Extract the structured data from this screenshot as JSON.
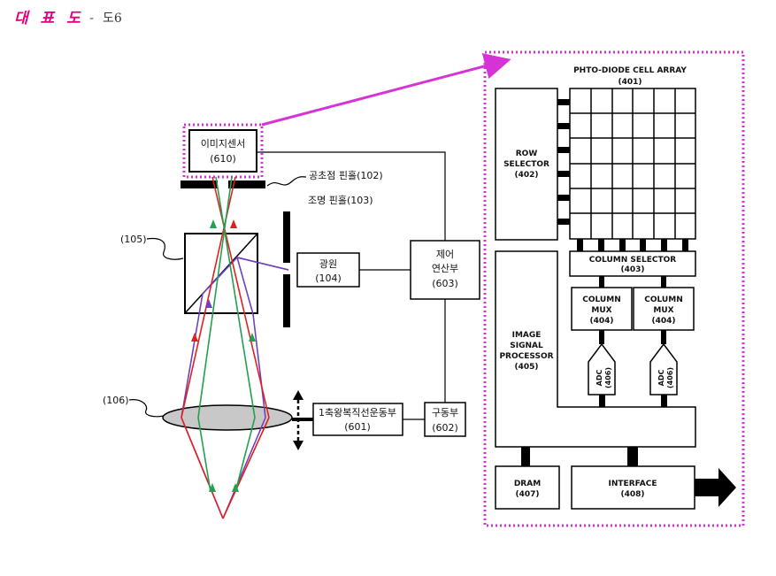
{
  "header": {
    "title": "대 표 도",
    "separator": "-",
    "figure": "도6"
  },
  "left": {
    "image_sensor": {
      "name": "이미지센서",
      "code": "(610)"
    },
    "confocal_pinhole": "공초점 핀홀(102)",
    "illum_pinhole": "조명 핀홀(103)",
    "beam_splitter": "(105)",
    "light_source": {
      "name": "광원",
      "code": "(104)"
    },
    "control_unit": {
      "line1": "제어",
      "line2": "연산부",
      "code": "(603)"
    },
    "lens": "(106)",
    "linear_motion": {
      "name": "1축왕복직선운동부",
      "code": "(601)"
    },
    "drive_unit": {
      "name": "구동부",
      "code": "(602)"
    }
  },
  "right": {
    "array_title": "PHTO-DIODE CELL ARRAY",
    "array_code": "(401)",
    "row_selector": {
      "line1": "ROW",
      "line2": "SELECTOR",
      "code": "(402)"
    },
    "column_selector": {
      "name": "COLUMN SELECTOR",
      "code": "(403)"
    },
    "column_mux_1": {
      "line1": "COLUMN",
      "line2": "MUX",
      "code": "(404)"
    },
    "column_mux_2": {
      "line1": "COLUMN",
      "line2": "MUX",
      "code": "(404)"
    },
    "adc_1": {
      "name": "ADC",
      "code": "(406)"
    },
    "adc_2": {
      "name": "ADC",
      "code": "(406)"
    },
    "isp": {
      "line1": "IMAGE",
      "line2": "SIGNAL",
      "line3": "PROCESSOR",
      "code": "(405)"
    },
    "dram": {
      "name": "DRAM",
      "code": "(407)"
    },
    "interface": {
      "name": "INTERFACE",
      "code": "(408)"
    }
  },
  "colors": {
    "header_magenta": "#e4007f",
    "highlight_magenta": "#d633d6",
    "ray_red": "#e02020",
    "ray_green": "#22a050",
    "ray_purple": "#7040c0",
    "lens_fill": "#c8c8c8"
  }
}
